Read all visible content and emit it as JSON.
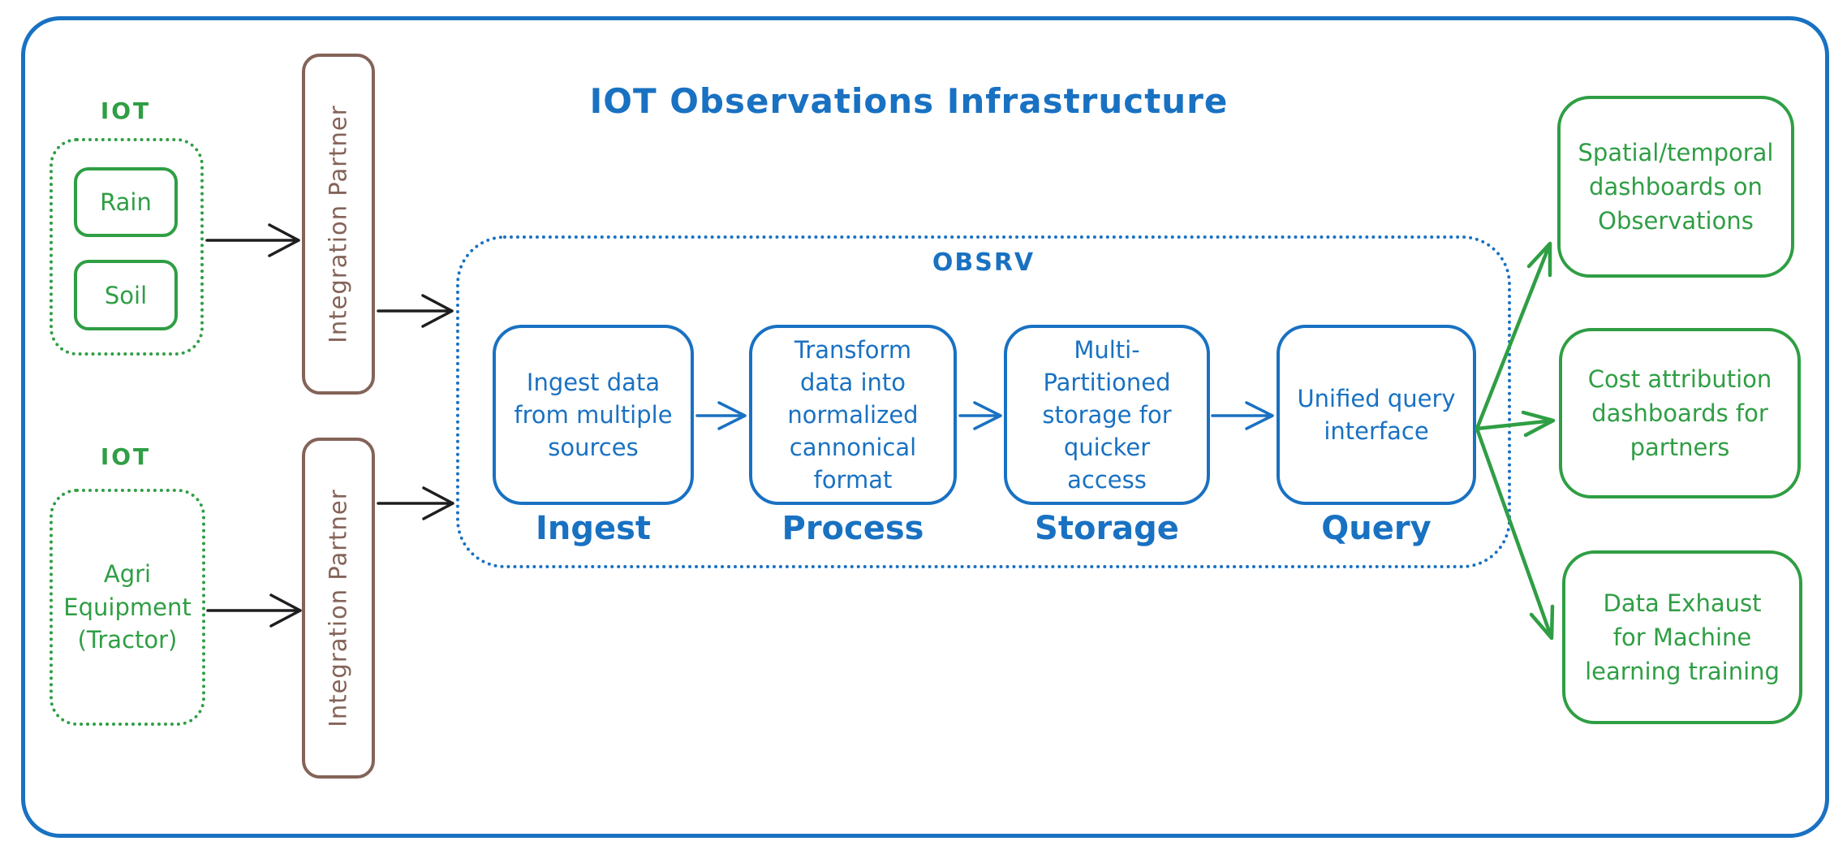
{
  "title": "IOT Observations Infrastructure",
  "colors": {
    "blue": "#1971c2",
    "green": "#2f9e44",
    "brown": "#846358",
    "arrow_black": "#1e1e1e",
    "background": "#ffffff"
  },
  "sources": {
    "sensor_group": {
      "label": "IOT",
      "items": [
        "Rain",
        "Soil"
      ]
    },
    "equipment_group": {
      "label": "IOT",
      "node": "Agri\nEquipment\n(Tractor)"
    }
  },
  "integration_partners": [
    {
      "label": "Integration Partner"
    },
    {
      "label": "Integration Partner"
    }
  ],
  "obsrv": {
    "label": "OBSRV",
    "stages": [
      {
        "name": "Ingest",
        "description": "Ingest data\nfrom multiple\nsources"
      },
      {
        "name": "Process",
        "description": "Transform\ndata into\nnormalized\ncannonical\nformat"
      },
      {
        "name": "Storage",
        "description": "Multi-\nPartitioned\nstorage for\nquicker\naccess"
      },
      {
        "name": "Query",
        "description": "Unified query\ninterface"
      }
    ]
  },
  "outputs": [
    {
      "label": "Spatial/temporal\ndashboards on\nObservations"
    },
    {
      "label": "Cost attribution\ndashboards for\npartners"
    },
    {
      "label": "Data Exhaust\nfor Machine\nlearning training"
    }
  ]
}
